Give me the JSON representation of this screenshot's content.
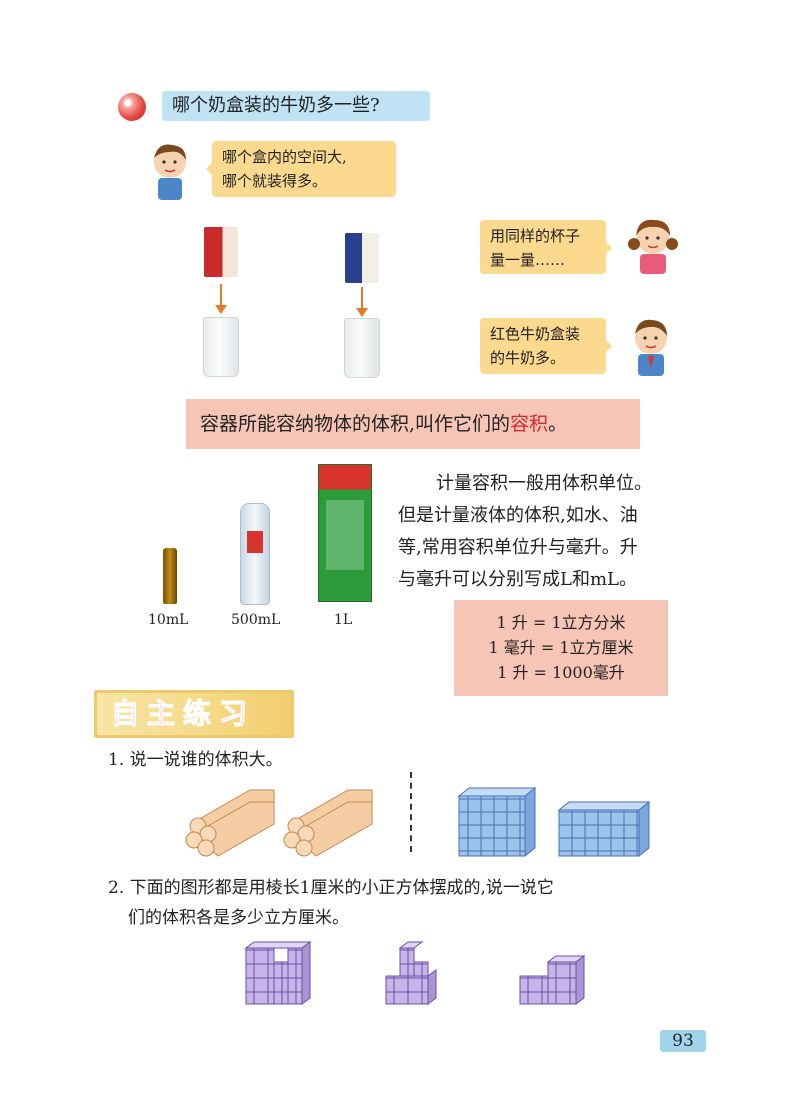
{
  "question": {
    "text": "哪个奶盒装的牛奶多一些?"
  },
  "bubbles": {
    "boy_top": [
      "哪个盒内的空间大,",
      "哪个就装得多。"
    ],
    "girl": [
      "用同样的杯子",
      "量一量……"
    ],
    "boy_right": [
      "红色牛奶盒装",
      "的牛奶多。"
    ]
  },
  "definition": {
    "before": "容器所能容纳物体的体积,叫作它们的",
    "term": "容积",
    "after": "。"
  },
  "containers": {
    "labels": [
      "10mL",
      "500mL",
      "1L"
    ]
  },
  "explanation": {
    "lines": [
      "计量容积一般用体积单位。",
      "但是计量液体的体积,如水、油",
      "等,常用容积单位升与毫升。升",
      "与毫升可以分别写成L和mL。"
    ]
  },
  "units": {
    "lines": [
      "1 升 = 1立方分米",
      "1 毫升 = 1立方厘米",
      "1 升 = 1000毫升"
    ]
  },
  "section": {
    "title": "自主练习"
  },
  "exercise1": {
    "text": "1. 说一说谁的体积大。"
  },
  "exercise2": {
    "line1": "2. 下面的图形都是用棱长1厘米的小正方体摆成的,说一说它",
    "line2": "们的体积各是多少立方厘米。"
  },
  "page": {
    "number": "93"
  },
  "colors": {
    "cube_blue": "#9cc3ec",
    "cube_purple": "#c7b4e8",
    "bubble": "#fbd98e",
    "highlight": "#f7c5b5"
  }
}
